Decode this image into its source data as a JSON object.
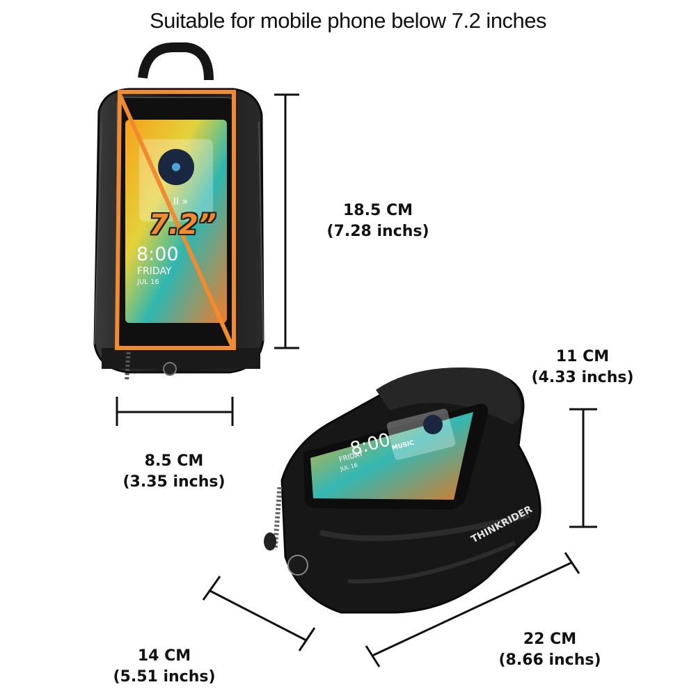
{
  "headline": "Suitable for mobile phone below 7.2 inches",
  "diagonal_label": "7.2”",
  "phone_screen": {
    "time": "8:00",
    "day": "FRIDAY",
    "date": "JUL 16",
    "music": "MUSIC"
  },
  "brand": "THINKRIDER",
  "dimensions": {
    "height": {
      "cm": "18.5 CM",
      "in": "(7.28 inchs)"
    },
    "width": {
      "cm": "8.5 CM",
      "in": "(3.35 inchs)"
    },
    "depth_height": {
      "cm": "11 CM",
      "in": "(4.33 inchs)"
    },
    "short_length": {
      "cm": "14 CM",
      "in": "(5.51 inchs)"
    },
    "long_length": {
      "cm": "22 CM",
      "in": "(8.66 inchs)"
    }
  },
  "colors": {
    "accent": "#f28a2e",
    "bag": "#1c1c1c"
  }
}
